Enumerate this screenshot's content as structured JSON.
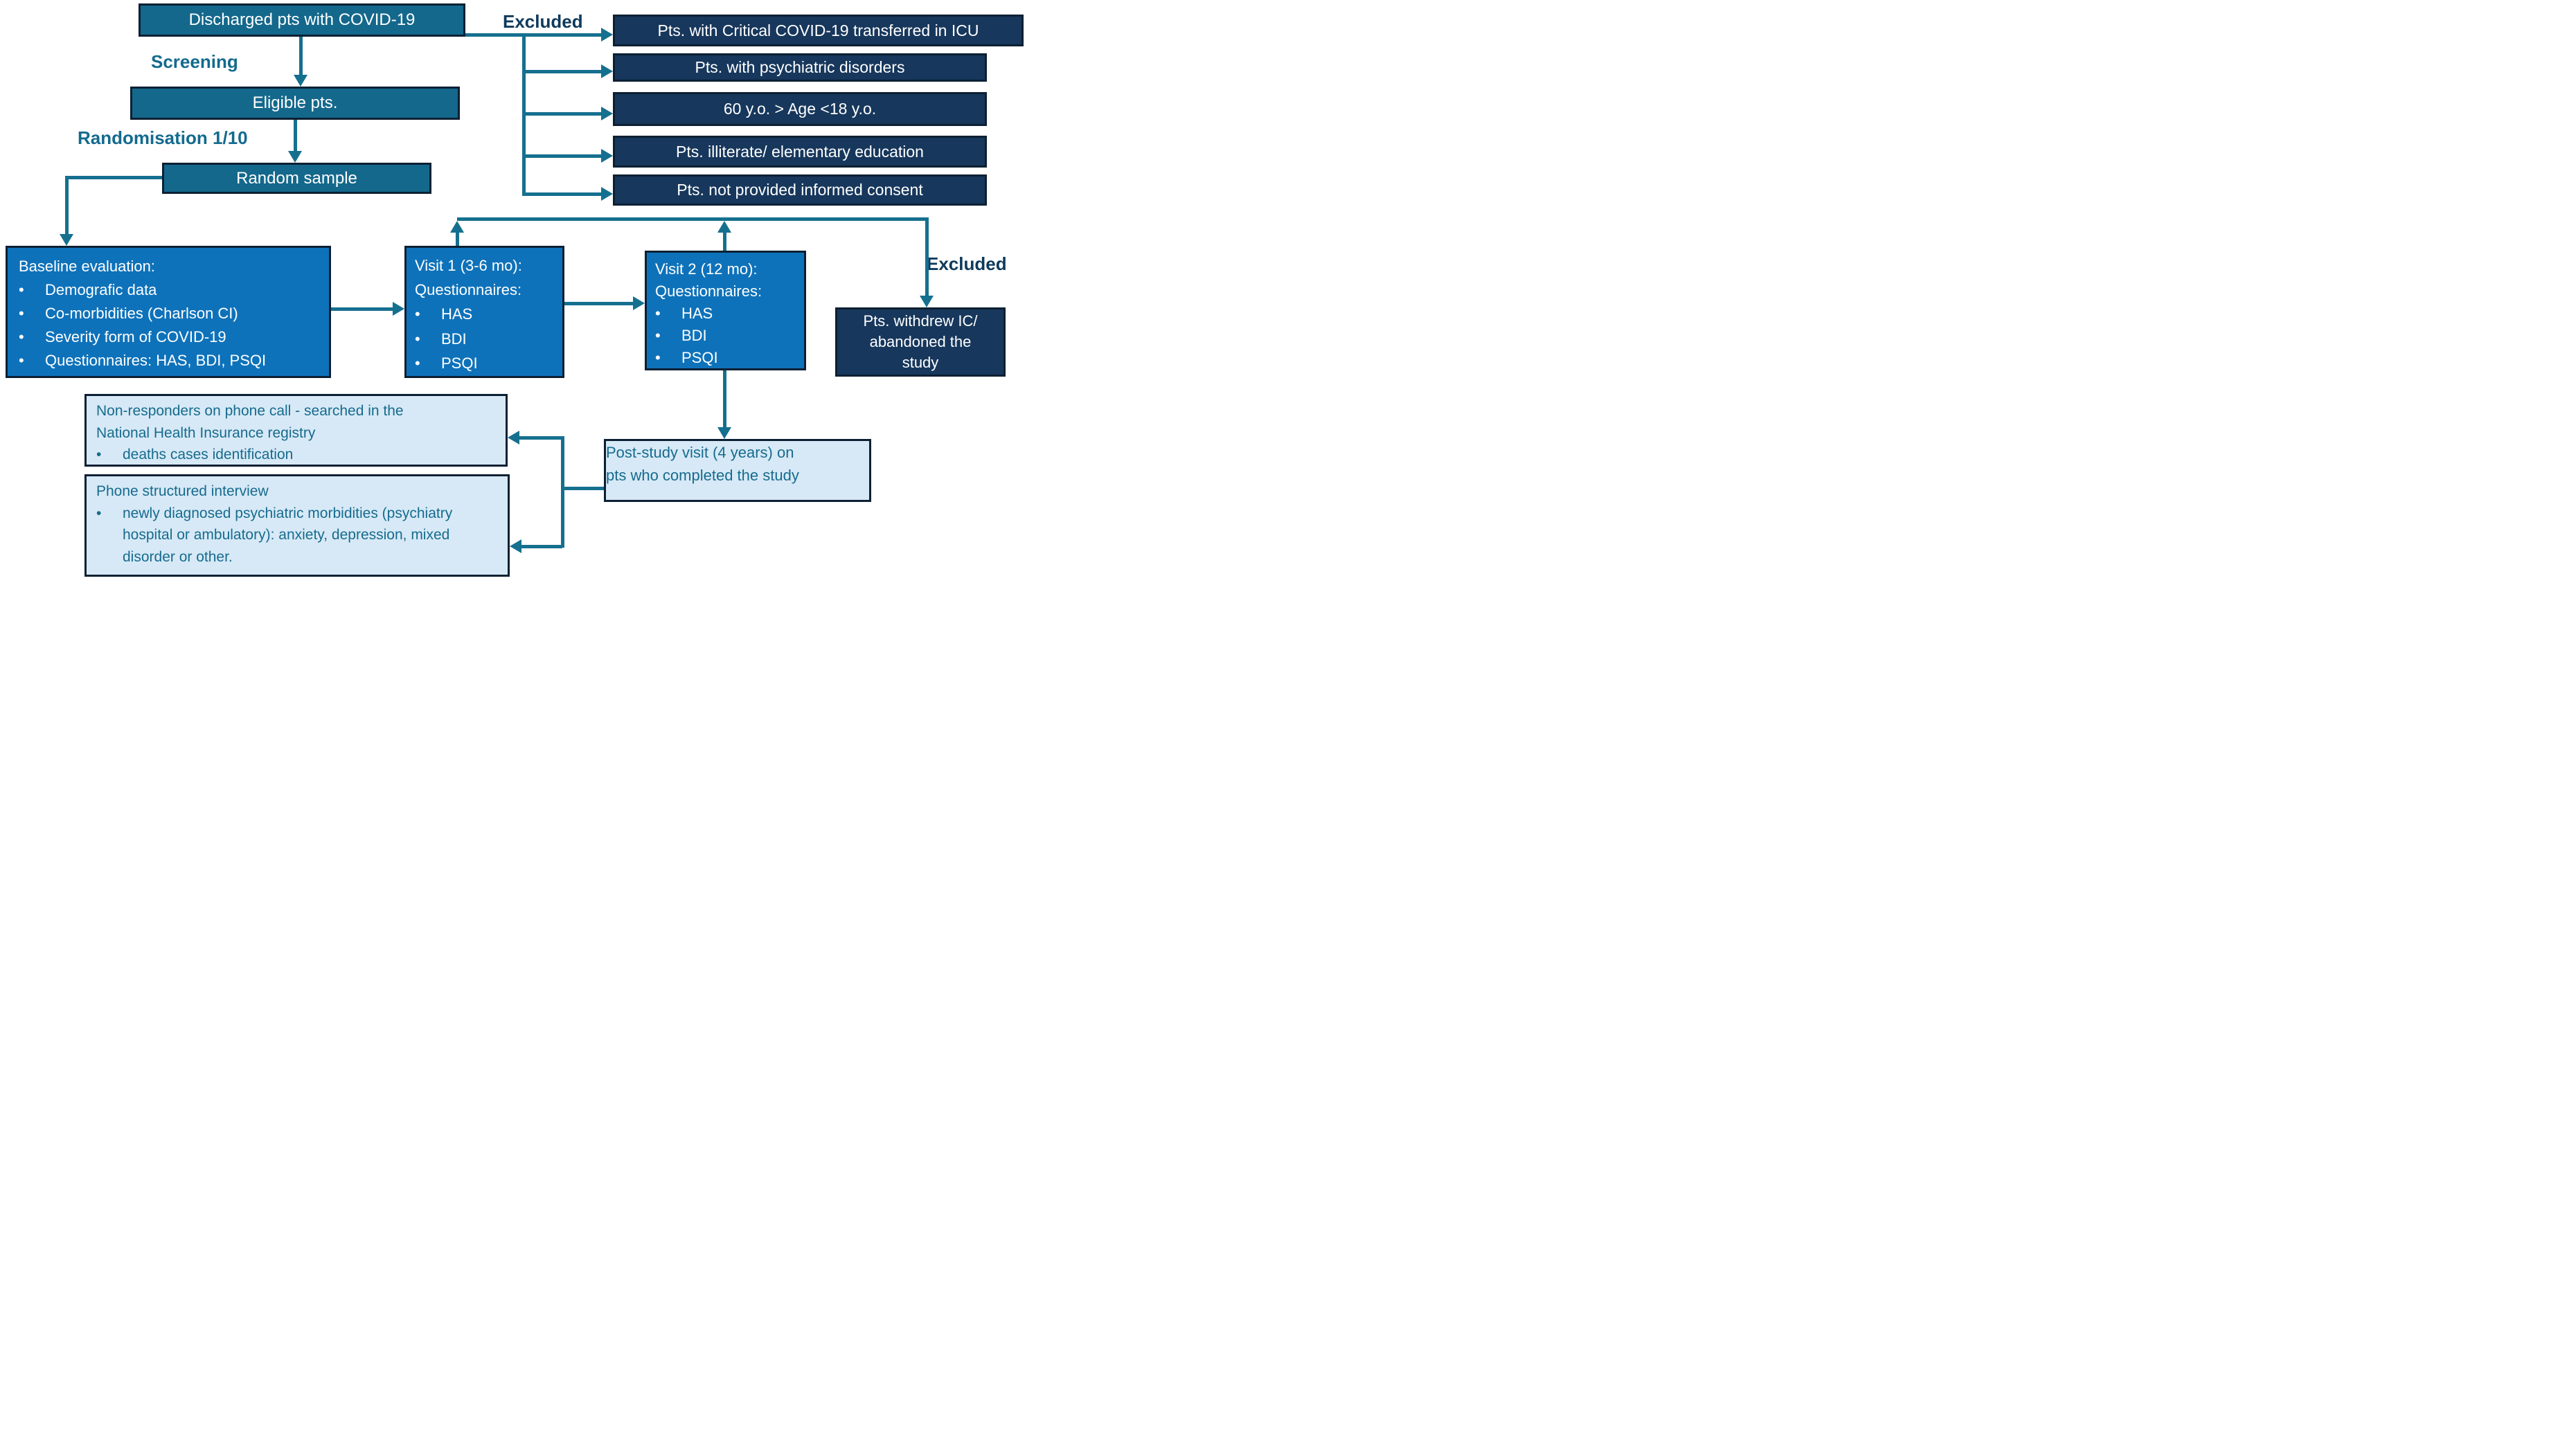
{
  "figure": {
    "bullet_char": "•",
    "labels": {
      "screening": "Screening",
      "randomisation": "Randomisation 1/10",
      "excluded_top": "Excluded",
      "excluded_right": "Excluded"
    },
    "nodes": {
      "discharged": "Discharged pts with COVID-19",
      "eligible": "Eligible pts.",
      "random_sample": "Random sample",
      "withdrew_lines": [
        "Pts. withdrew IC/",
        "abandoned the",
        "study"
      ],
      "post_study_lines": [
        "Post-study visit (4 years) on",
        "pts who completed the study"
      ]
    },
    "exclusions": [
      "Pts. with  Critical COVID-19 transferred in ICU",
      "Pts. with  psychiatric disorders",
      "60 y.o. > Age <18 y.o.",
      "Pts. illiterate/ elementary  education",
      "Pts. not provided informed consent"
    ],
    "baseline": {
      "title": "Baseline evaluation:",
      "bullets": [
        "Demografic data",
        "Co-morbidities (Charlson CI)",
        "Severity form of COVID-19",
        "Questionnaires: HAS, BDI, PSQI"
      ]
    },
    "visit1": {
      "line1": "Visit 1 (3-6 mo):",
      "line2": "Questionnaires:",
      "bullets": [
        "HAS",
        "BDI",
        "PSQI"
      ]
    },
    "visit2": {
      "line1": "Visit 2 (12 mo):",
      "line2": "Questionnaires:",
      "bullets": [
        "HAS",
        "BDI",
        "PSQI"
      ]
    },
    "non_responders": {
      "line1": "Non-responders on phone call - searched in the",
      "line2": "National Health Insurance registry",
      "bullets": [
        "deaths cases identification"
      ]
    },
    "phone_interview": {
      "title": "Phone structured interview",
      "bullets": [
        "newly diagnosed psychiatric morbidities (psychiatry hospital or ambulatory): anxiety, depression, mixed disorder or other."
      ]
    },
    "colors": {
      "teal_box": "#14688c",
      "navy_box": "#17375c",
      "blue_box": "#0e72ba",
      "light_box": "#d7e9f6",
      "arrow": "#15708f",
      "label_teal": "#136a8e",
      "label_navy": "#0e3a5c",
      "box_border": "#0d2033",
      "light_box_text": "#166b8e"
    }
  }
}
